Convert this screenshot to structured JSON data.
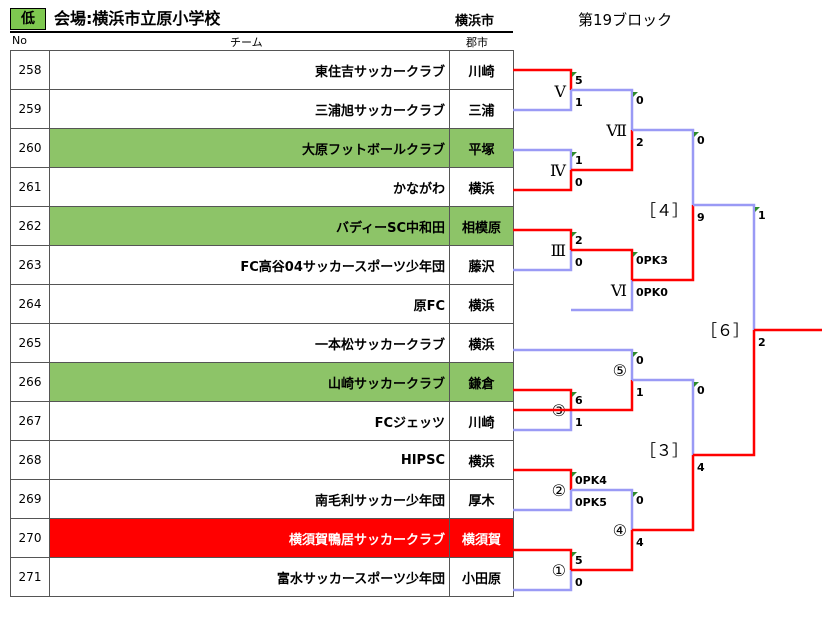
{
  "header": {
    "badge": "低",
    "title": "会場:横浜市立原小学校",
    "city": "横浜市",
    "block": "第19ブロック",
    "col_no": "No",
    "col_team": "チーム",
    "col_city": "郡市"
  },
  "teams": [
    {
      "no": "258",
      "name": "東住吉サッカークラブ",
      "city": "川崎",
      "hl": ""
    },
    {
      "no": "259",
      "name": "三浦旭サッカークラブ",
      "city": "三浦",
      "hl": ""
    },
    {
      "no": "260",
      "name": "大原フットボールクラブ",
      "city": "平塚",
      "hl": "green"
    },
    {
      "no": "261",
      "name": "かながわ",
      "city": "横浜",
      "hl": ""
    },
    {
      "no": "262",
      "name": "バディーSC中和田",
      "city": "相模原",
      "hl": "green"
    },
    {
      "no": "263",
      "name": "FC高谷04サッカースポーツ少年団",
      "city": "藤沢",
      "hl": ""
    },
    {
      "no": "264",
      "name": "原FC",
      "city": "横浜",
      "hl": ""
    },
    {
      "no": "265",
      "name": "一本松サッカークラブ",
      "city": "横浜",
      "hl": ""
    },
    {
      "no": "266",
      "name": "山崎サッカークラブ",
      "city": "鎌倉",
      "hl": "green"
    },
    {
      "no": "267",
      "name": "FCジェッツ",
      "city": "川崎",
      "hl": ""
    },
    {
      "no": "268",
      "name": "HIPSC",
      "city": "横浜",
      "hl": ""
    },
    {
      "no": "269",
      "name": "南毛利サッカー少年団",
      "city": "厚木",
      "hl": ""
    },
    {
      "no": "270",
      "name": "横須賀鴨居サッカークラブ",
      "city": "横須賀",
      "hl": "red"
    },
    {
      "no": "271",
      "name": "富水サッカースポーツ少年団",
      "city": "小田原",
      "hl": ""
    }
  ],
  "colors": {
    "win": "#ff0000",
    "lose": "#9a9af5",
    "green": "#8dc468",
    "marker": "#2e8b2e"
  },
  "matches": {
    "V": {
      "label": "Ⅴ",
      "top": "5",
      "bottom": "1"
    },
    "IV": {
      "label": "Ⅳ",
      "top": "1",
      "bottom": "0"
    },
    "III": {
      "label": "Ⅲ",
      "top": "2",
      "bottom": "0"
    },
    "VII": {
      "label": "Ⅶ",
      "top": "0",
      "bottom": "2"
    },
    "VI": {
      "label": "Ⅵ",
      "top": "0PK3",
      "bottom": "0PK0"
    },
    "b4": {
      "label": "［４］",
      "top": "0",
      "bottom": "9"
    },
    "m5": {
      "label": "⑤",
      "top": "0",
      "bottom": "1"
    },
    "m3": {
      "label": "③",
      "top": "6",
      "bottom": "1"
    },
    "m2": {
      "label": "②",
      "top": "0PK4",
      "bottom": "0PK5"
    },
    "m4": {
      "label": "④",
      "top": "0",
      "bottom": "4"
    },
    "m1": {
      "label": "①",
      "top": "5",
      "bottom": "0"
    },
    "b3": {
      "label": "［３］",
      "top": "0",
      "bottom": "4"
    },
    "b6": {
      "label": "［６］",
      "top": "1",
      "bottom": "2"
    }
  }
}
